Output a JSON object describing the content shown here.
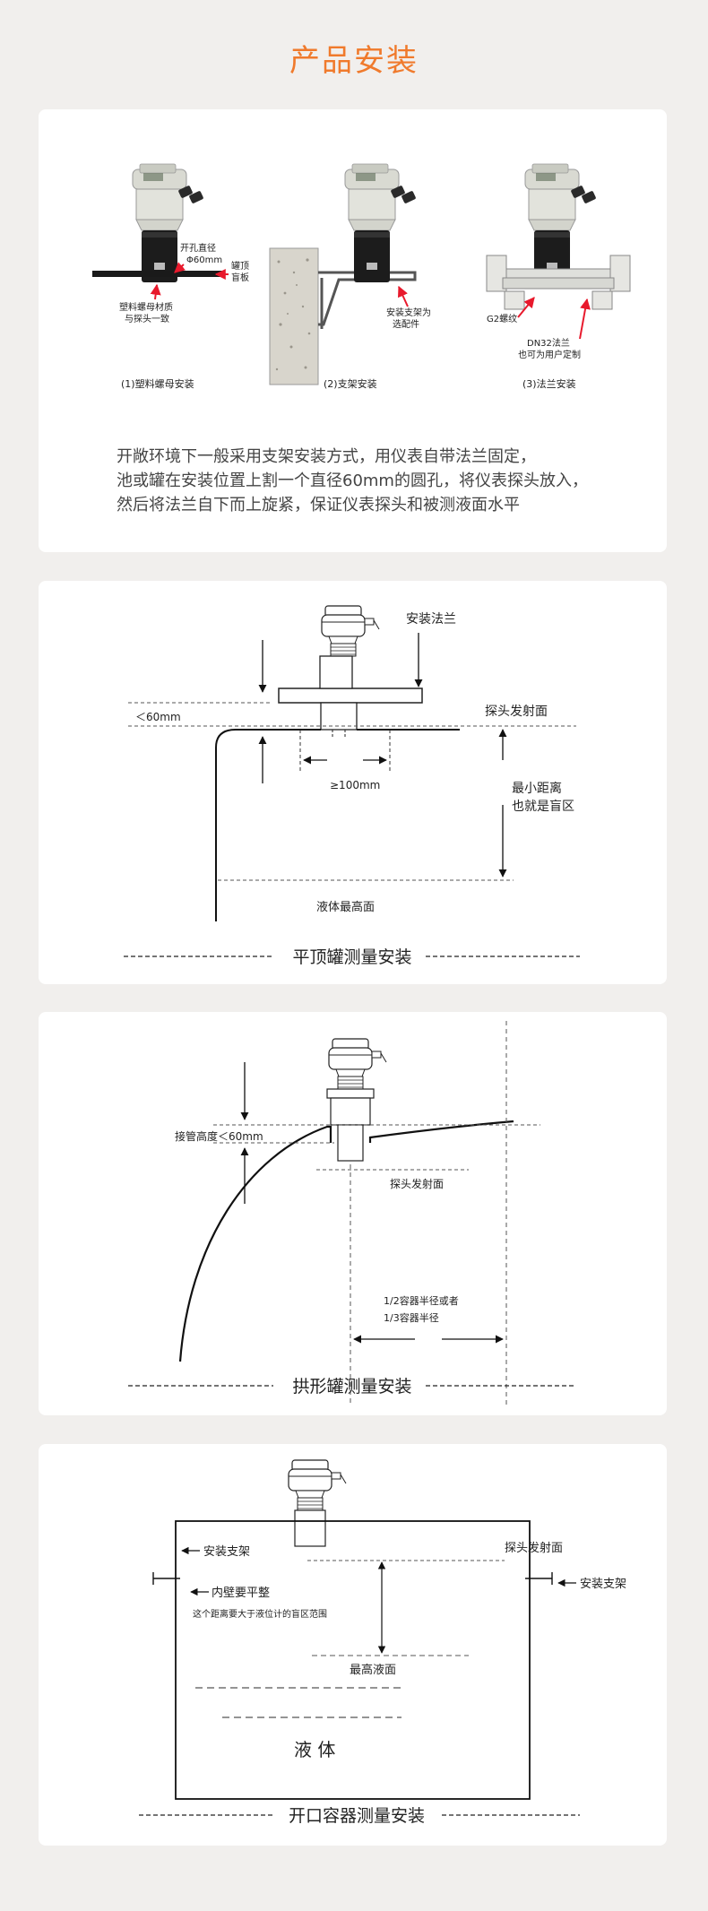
{
  "page_title": "产品安装",
  "section1": {
    "caption_nut": "(1)塑料螺母安装",
    "caption_bracket": "(2)支架安装",
    "caption_flange": "(3)法兰安装",
    "label_hole_line1": "开孔直径",
    "label_hole_line2": "Φ60mm",
    "label_tank_line1": "罐顶",
    "label_tank_line2": "盲板",
    "label_nut_line1": "塑料螺母材质",
    "label_nut_line2": "与探头一致",
    "label_bracket_line1": "安装支架为",
    "label_bracket_line2": "选配件",
    "label_g2": "G2螺纹",
    "label_dn32_line1": "DN32法兰",
    "label_dn32_line2": "也可为用户定制",
    "description": [
      "开敞环境下一般采用支架安装方式，用仪表自带法兰固定，",
      "池或罐在安装位置上割一个直径60mm的圆孔，将仪表探头放入，",
      "然后将法兰自下而上旋紧，保证仪表探头和被测液面水平"
    ]
  },
  "section2": {
    "label_flange": "安装法兰",
    "label_lt60": "＜60mm",
    "label_emit": "探头发射面",
    "label_ge100": "≥100mm",
    "label_min_line1": "最小距离",
    "label_min_line2": "也就是盲区",
    "label_liquid_top": "液体最高面",
    "heading": "平顶罐测量安装"
  },
  "section3": {
    "label_pipe": "接管高度＜60mm",
    "label_emit": "探头发射面",
    "label_radius_line1": "1/2容器半径或者",
    "label_radius_line2": "1/3容器半径",
    "heading": "拱形罐测量安装"
  },
  "section4": {
    "label_bracket_left": "安装支架",
    "label_emit": "探头发射面",
    "label_bracket_right": "安装支架",
    "label_wall": "内壁要平整",
    "label_distance": "这个距离要大于液位计的盲区范围",
    "label_liquid_top": "最高液面",
    "label_liquid": "液    体",
    "heading": "开口容器测量安装"
  },
  "colors": {
    "title": "#f07a2c",
    "arrow_red": "#e8192c",
    "background": "#f1efed"
  }
}
